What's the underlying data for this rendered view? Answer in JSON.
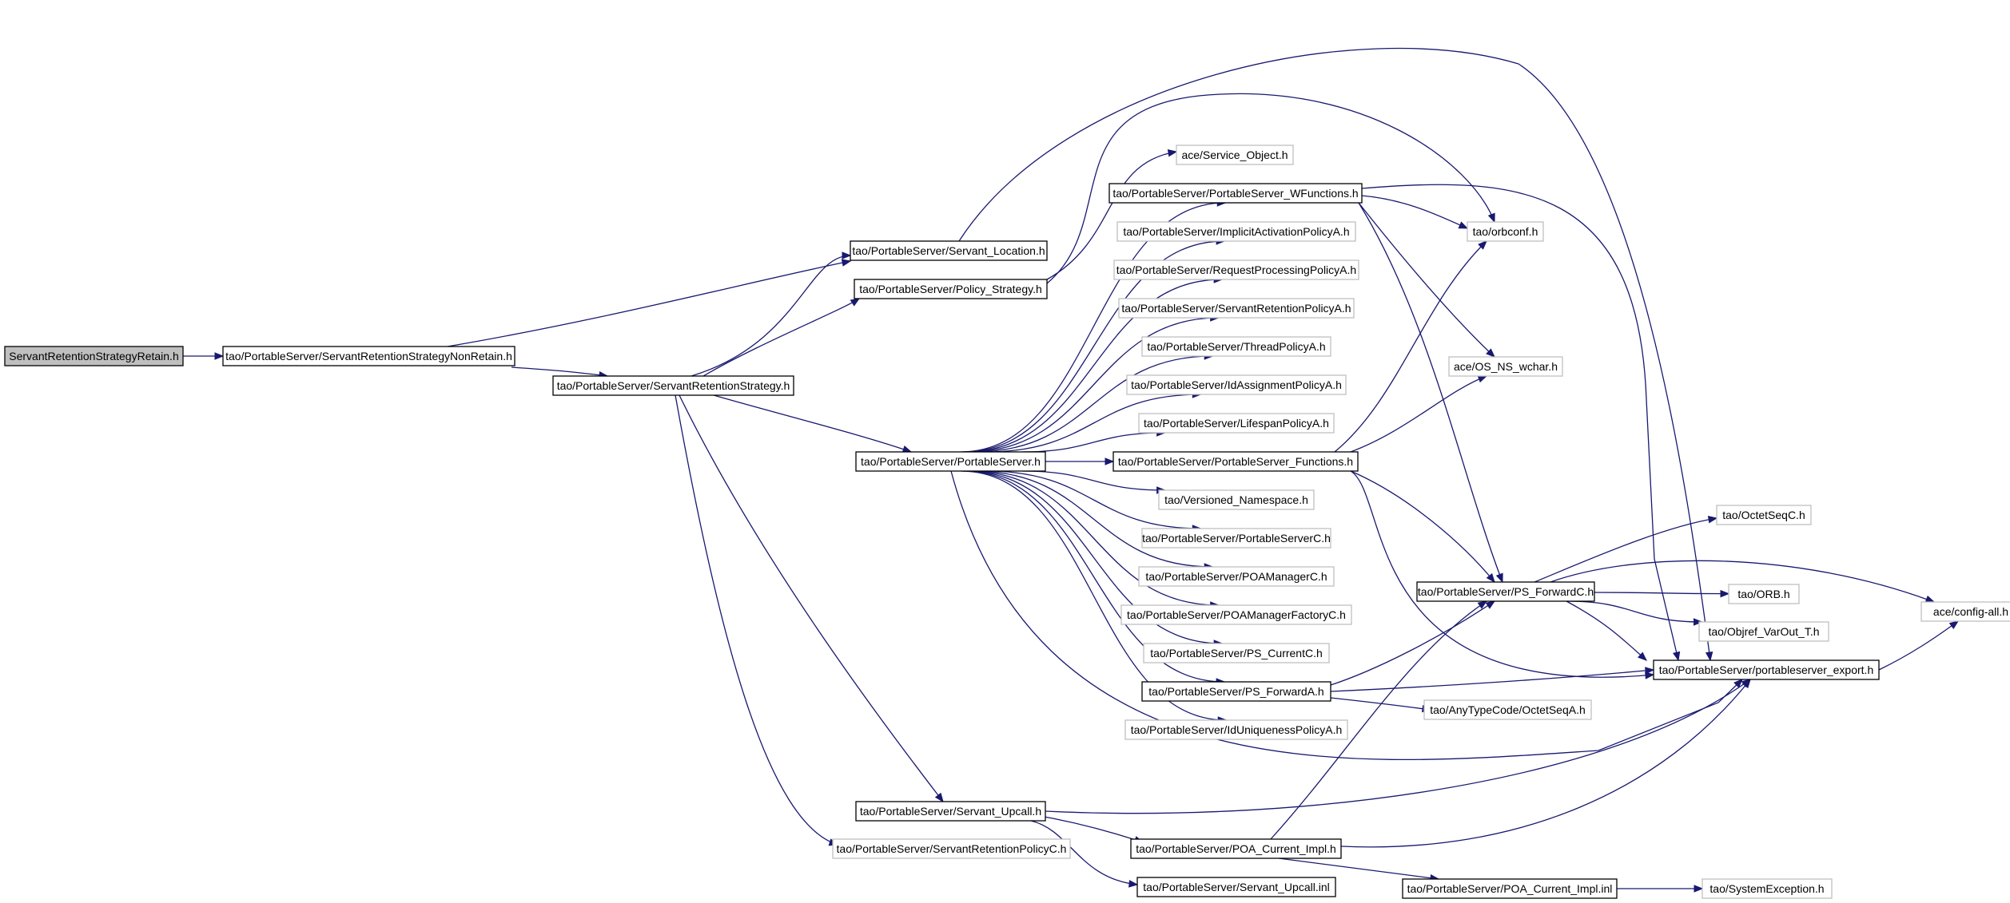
{
  "graph": {
    "edge_color": "#191970",
    "root_fill": "#bfbfbf",
    "documented_border": "#000000",
    "undocumented_border": "#bfbfbf",
    "nodes": [
      {
        "id": "root",
        "label": "ServantRetentionStrategyRetain.h",
        "kind": "root"
      },
      {
        "id": "nonretain",
        "label": "tao/PortableServer/ServantRetentionStrategyNonRetain.h",
        "kind": "documented"
      },
      {
        "id": "strategy",
        "label": "tao/PortableServer/ServantRetentionStrategy.h",
        "kind": "documented"
      },
      {
        "id": "location",
        "label": "tao/PortableServer/Servant_Location.h",
        "kind": "documented"
      },
      {
        "id": "policy_strategy",
        "label": "tao/PortableServer/Policy_Strategy.h",
        "kind": "documented"
      },
      {
        "id": "portableserver",
        "label": "tao/PortableServer/PortableServer.h",
        "kind": "documented"
      },
      {
        "id": "upcall",
        "label": "tao/PortableServer/Servant_Upcall.h",
        "kind": "documented"
      },
      {
        "id": "srpc",
        "label": "tao/PortableServer/ServantRetentionPolicyC.h",
        "kind": "external"
      },
      {
        "id": "service_object",
        "label": "ace/Service_Object.h",
        "kind": "external"
      },
      {
        "id": "wfunctions",
        "label": "tao/PortableServer/PortableServer_WFunctions.h",
        "kind": "documented"
      },
      {
        "id": "iapa",
        "label": "tao/PortableServer/ImplicitActivationPolicyA.h",
        "kind": "external"
      },
      {
        "id": "rppa",
        "label": "tao/PortableServer/RequestProcessingPolicyA.h",
        "kind": "external"
      },
      {
        "id": "srpa",
        "label": "tao/PortableServer/ServantRetentionPolicyA.h",
        "kind": "external"
      },
      {
        "id": "tpa",
        "label": "tao/PortableServer/ThreadPolicyA.h",
        "kind": "external"
      },
      {
        "id": "idapa",
        "label": "tao/PortableServer/IdAssignmentPolicyA.h",
        "kind": "external"
      },
      {
        "id": "lspa",
        "label": "tao/PortableServer/LifespanPolicyA.h",
        "kind": "external"
      },
      {
        "id": "functions",
        "label": "tao/PortableServer/PortableServer_Functions.h",
        "kind": "documented"
      },
      {
        "id": "versioned",
        "label": "tao/Versioned_Namespace.h",
        "kind": "external"
      },
      {
        "id": "psc",
        "label": "tao/PortableServer/PortableServerC.h",
        "kind": "external"
      },
      {
        "id": "poamc",
        "label": "tao/PortableServer/POAManagerC.h",
        "kind": "external"
      },
      {
        "id": "poamfc",
        "label": "tao/PortableServer/POAManagerFactoryC.h",
        "kind": "external"
      },
      {
        "id": "pscur",
        "label": "tao/PortableServer/PS_CurrentC.h",
        "kind": "external"
      },
      {
        "id": "psfa",
        "label": "tao/PortableServer/PS_ForwardA.h",
        "kind": "documented"
      },
      {
        "id": "idupa",
        "label": "tao/PortableServer/IdUniquenessPolicyA.h",
        "kind": "external"
      },
      {
        "id": "poacur",
        "label": "tao/PortableServer/POA_Current_Impl.h",
        "kind": "documented"
      },
      {
        "id": "upcall_inl",
        "label": "tao/PortableServer/Servant_Upcall.inl",
        "kind": "documented"
      },
      {
        "id": "orbconf",
        "label": "tao/orbconf.h",
        "kind": "external"
      },
      {
        "id": "ns_wchar",
        "label": "ace/OS_NS_wchar.h",
        "kind": "external"
      },
      {
        "id": "psfc",
        "label": "tao/PortableServer/PS_ForwardC.h",
        "kind": "documented"
      },
      {
        "id": "octetseq",
        "label": "tao/OctetSeqC.h",
        "kind": "external"
      },
      {
        "id": "orb",
        "label": "tao/ORB.h",
        "kind": "external"
      },
      {
        "id": "objref",
        "label": "tao/Objref_VarOut_T.h",
        "kind": "external"
      },
      {
        "id": "config_all",
        "label": "ace/config-all.h",
        "kind": "external"
      },
      {
        "id": "export",
        "label": "tao/PortableServer/portableserver_export.h",
        "kind": "documented"
      },
      {
        "id": "anytype",
        "label": "tao/AnyTypeCode/OctetSeqA.h",
        "kind": "external"
      },
      {
        "id": "poacur_inl",
        "label": "tao/PortableServer/POA_Current_Impl.inl",
        "kind": "documented"
      },
      {
        "id": "sysexc",
        "label": "tao/SystemException.h",
        "kind": "external"
      }
    ],
    "edges": [
      [
        "root",
        "nonretain"
      ],
      [
        "nonretain",
        "location"
      ],
      [
        "nonretain",
        "strategy"
      ],
      [
        "strategy",
        "location"
      ],
      [
        "strategy",
        "policy_strategy"
      ],
      [
        "strategy",
        "portableserver"
      ],
      [
        "strategy",
        "upcall"
      ],
      [
        "strategy",
        "srpc"
      ],
      [
        "location",
        "export"
      ],
      [
        "policy_strategy",
        "service_object"
      ],
      [
        "policy_strategy",
        "orbconf"
      ],
      [
        "portableserver",
        "wfunctions"
      ],
      [
        "portableserver",
        "iapa"
      ],
      [
        "portableserver",
        "rppa"
      ],
      [
        "portableserver",
        "srpa"
      ],
      [
        "portableserver",
        "tpa"
      ],
      [
        "portableserver",
        "idapa"
      ],
      [
        "portableserver",
        "lspa"
      ],
      [
        "portableserver",
        "functions"
      ],
      [
        "portableserver",
        "versioned"
      ],
      [
        "portableserver",
        "psc"
      ],
      [
        "portableserver",
        "poamc"
      ],
      [
        "portableserver",
        "poamfc"
      ],
      [
        "portableserver",
        "pscur"
      ],
      [
        "portableserver",
        "psfa"
      ],
      [
        "portableserver",
        "idupa"
      ],
      [
        "portableserver",
        "export"
      ],
      [
        "wfunctions",
        "orbconf"
      ],
      [
        "wfunctions",
        "ns_wchar"
      ],
      [
        "wfunctions",
        "psfc"
      ],
      [
        "wfunctions",
        "export"
      ],
      [
        "functions",
        "orbconf"
      ],
      [
        "functions",
        "ns_wchar"
      ],
      [
        "functions",
        "psfc"
      ],
      [
        "functions",
        "export"
      ],
      [
        "psfc",
        "octetseq"
      ],
      [
        "psfc",
        "orb"
      ],
      [
        "psfc",
        "objref"
      ],
      [
        "psfc",
        "config_all"
      ],
      [
        "psfc",
        "export"
      ],
      [
        "psfa",
        "psfc"
      ],
      [
        "psfa",
        "export"
      ],
      [
        "psfa",
        "anytype"
      ],
      [
        "export",
        "config_all"
      ],
      [
        "upcall",
        "export"
      ],
      [
        "upcall",
        "poacur"
      ],
      [
        "upcall",
        "upcall_inl"
      ],
      [
        "poacur",
        "psfc"
      ],
      [
        "poacur",
        "export"
      ],
      [
        "poacur",
        "poacur_inl"
      ],
      [
        "poacur_inl",
        "sysexc"
      ]
    ]
  }
}
